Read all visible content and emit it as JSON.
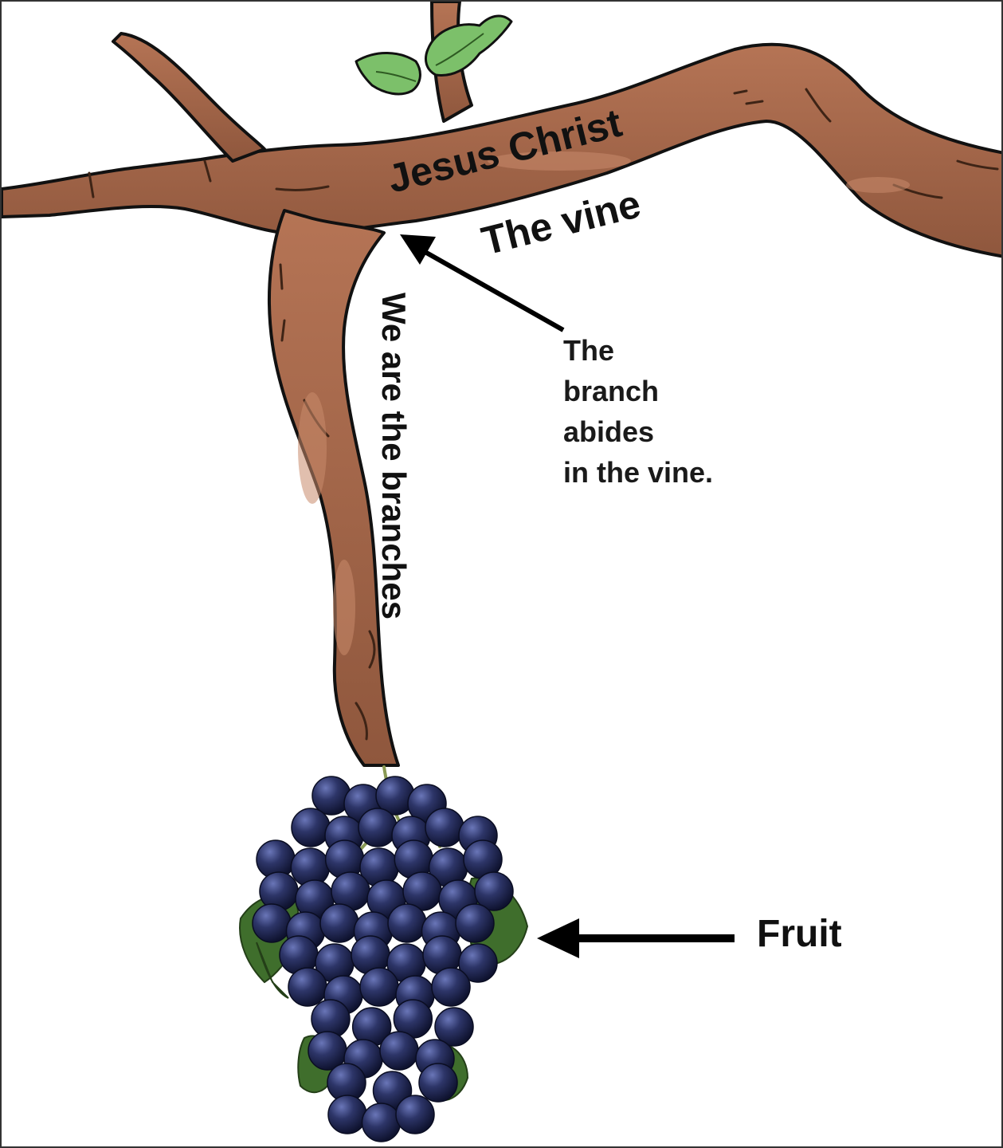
{
  "diagram": {
    "labels": {
      "vine_name": "Jesus Christ",
      "vine": "The vine",
      "branches": "We are the branches",
      "abide_lines": [
        "The",
        "branch",
        "abides",
        "in the vine."
      ],
      "fruit": "Fruit"
    },
    "colors": {
      "bark": "#a0644a",
      "bark_dark": "#6b3a22",
      "bark_light": "#c98a6c",
      "leaf": "#7cc06a",
      "grape": "#2a3160",
      "grape_leaf": "#3f6e2c",
      "arrow": "#000000"
    }
  }
}
